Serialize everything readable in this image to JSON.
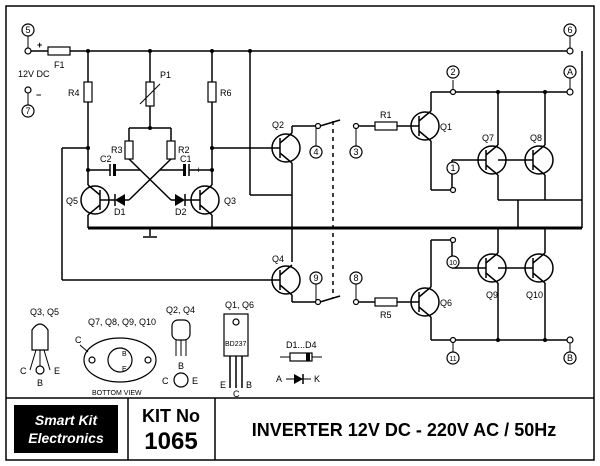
{
  "nodes": {
    "n5": "5",
    "n6": "6",
    "n7": "7",
    "n2": "2",
    "nA": "A",
    "n1": "1",
    "n4": "4",
    "n3": "3",
    "n9": "9",
    "n8": "8",
    "n10": "10",
    "n11": "11",
    "nB": "B"
  },
  "supply": {
    "plus": "+",
    "minus": "−",
    "label": "12V DC"
  },
  "components": {
    "F1": "F1",
    "R4": "R4",
    "P1": "P1",
    "R6": "R6",
    "R3": "R3",
    "R2": "R2",
    "C2": "C2",
    "C1": "C1",
    "D1": "D1",
    "D2": "D2",
    "Q5": "Q5",
    "Q3": "Q3",
    "Q2": "Q2",
    "Q4": "Q4",
    "R1": "R1",
    "R5": "R5",
    "Q1": "Q1",
    "Q6": "Q6",
    "Q7": "Q7",
    "Q8": "Q8",
    "Q9": "Q9",
    "Q10": "Q10",
    "cplus": "+"
  },
  "pinouts": {
    "q3q5": "Q3, Q5",
    "q7group": "Q7, Q8, Q9, Q10",
    "q2q4": "Q2, Q4",
    "q1q6": "Q1, Q6",
    "d1d4": "D1...D4",
    "bd": "BD237",
    "bottom": "BOTTOM VIEW",
    "C": "C",
    "B": "B",
    "E": "E",
    "A": "A",
    "K": "K"
  },
  "footer": {
    "brand1": "Smart Kit",
    "brand2": "Electronics",
    "kit_label": "KIT No",
    "kit_number": "1065",
    "title": "INVERTER 12V DC - 220V AC / 50Hz"
  }
}
